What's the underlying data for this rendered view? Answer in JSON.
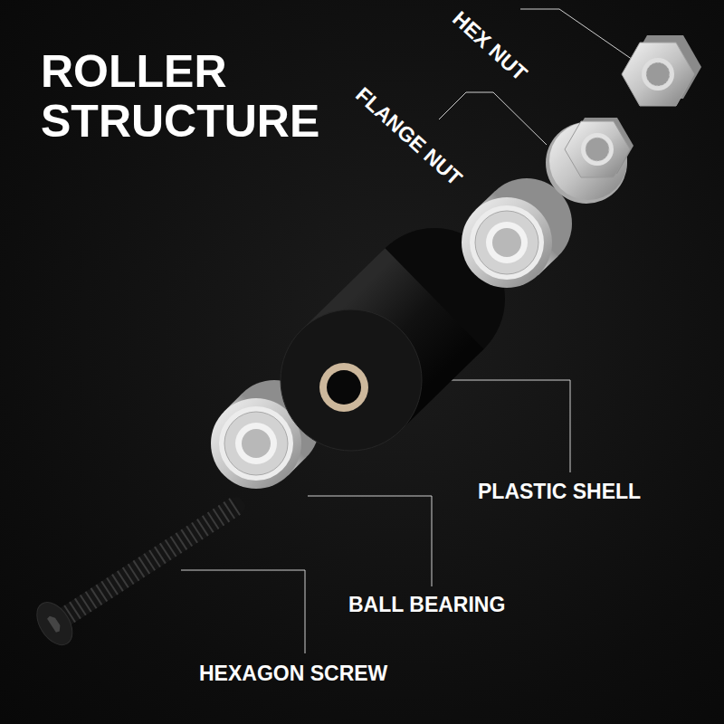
{
  "diagram": {
    "title": "ROLLER STRUCTURE",
    "labels": [
      "HEX NUT",
      "FLANGE NUT",
      "PLASTIC SHELL",
      "BALL BEARING",
      "HEXAGON SCREW"
    ]
  }
}
